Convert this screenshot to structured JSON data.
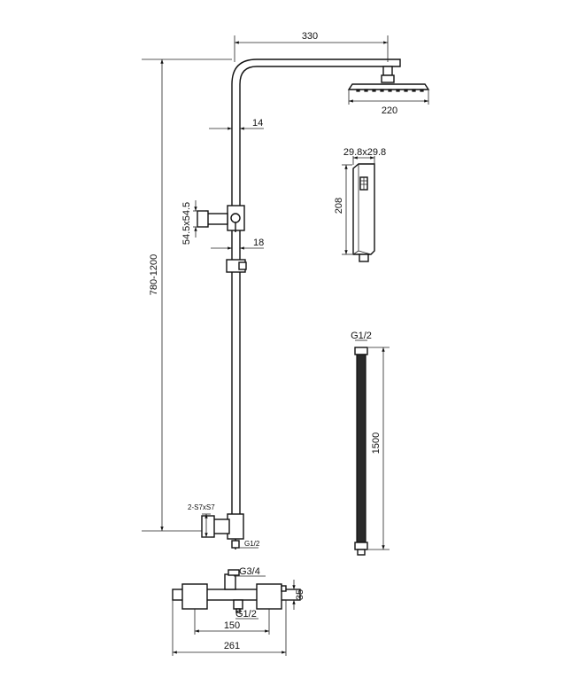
{
  "dimensions": {
    "arm_length": "330",
    "head_width": "220",
    "pipe_diameter": "14",
    "handshower_section": "29.8x29.8",
    "handshower_length": "208",
    "bracket_size": "54.5x54.5",
    "slider_size": "18",
    "height_range": "780-1200",
    "hose_thread": "G1/2",
    "hose_length": "1500",
    "wall_fitting": "2-S7xS7",
    "inlet_thread": "G1/2",
    "outlet_thread": "G3/4",
    "mixer_thread": "G1/2",
    "mixer_height": "35",
    "center_distance": "150",
    "mixer_length": "261"
  }
}
